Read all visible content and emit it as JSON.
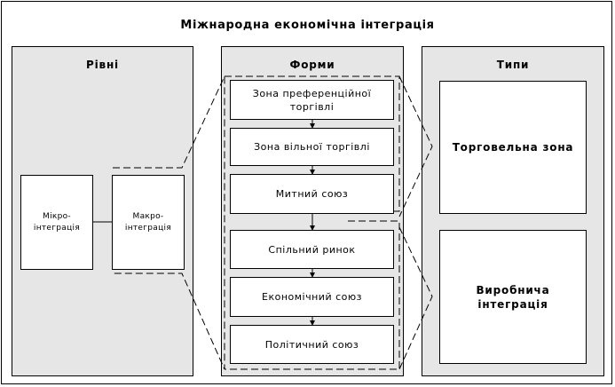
{
  "diagram": {
    "title": "Міжнародна економічна інтеграція",
    "panels": {
      "levels": "Рівні",
      "forms": "Форми",
      "types": "Типи"
    },
    "levels": {
      "micro": "Мікро-інтеграція",
      "macro": "Макро-інтеграція"
    },
    "forms": [
      "Зона преференційної торгівлі",
      "Зона вільної торгівлі",
      "Митний союз",
      "Спільний ринок",
      "Економічний союз",
      "Політичний союз"
    ],
    "types": [
      "Торговельна зона",
      "Виробнича інтеграція"
    ]
  }
}
